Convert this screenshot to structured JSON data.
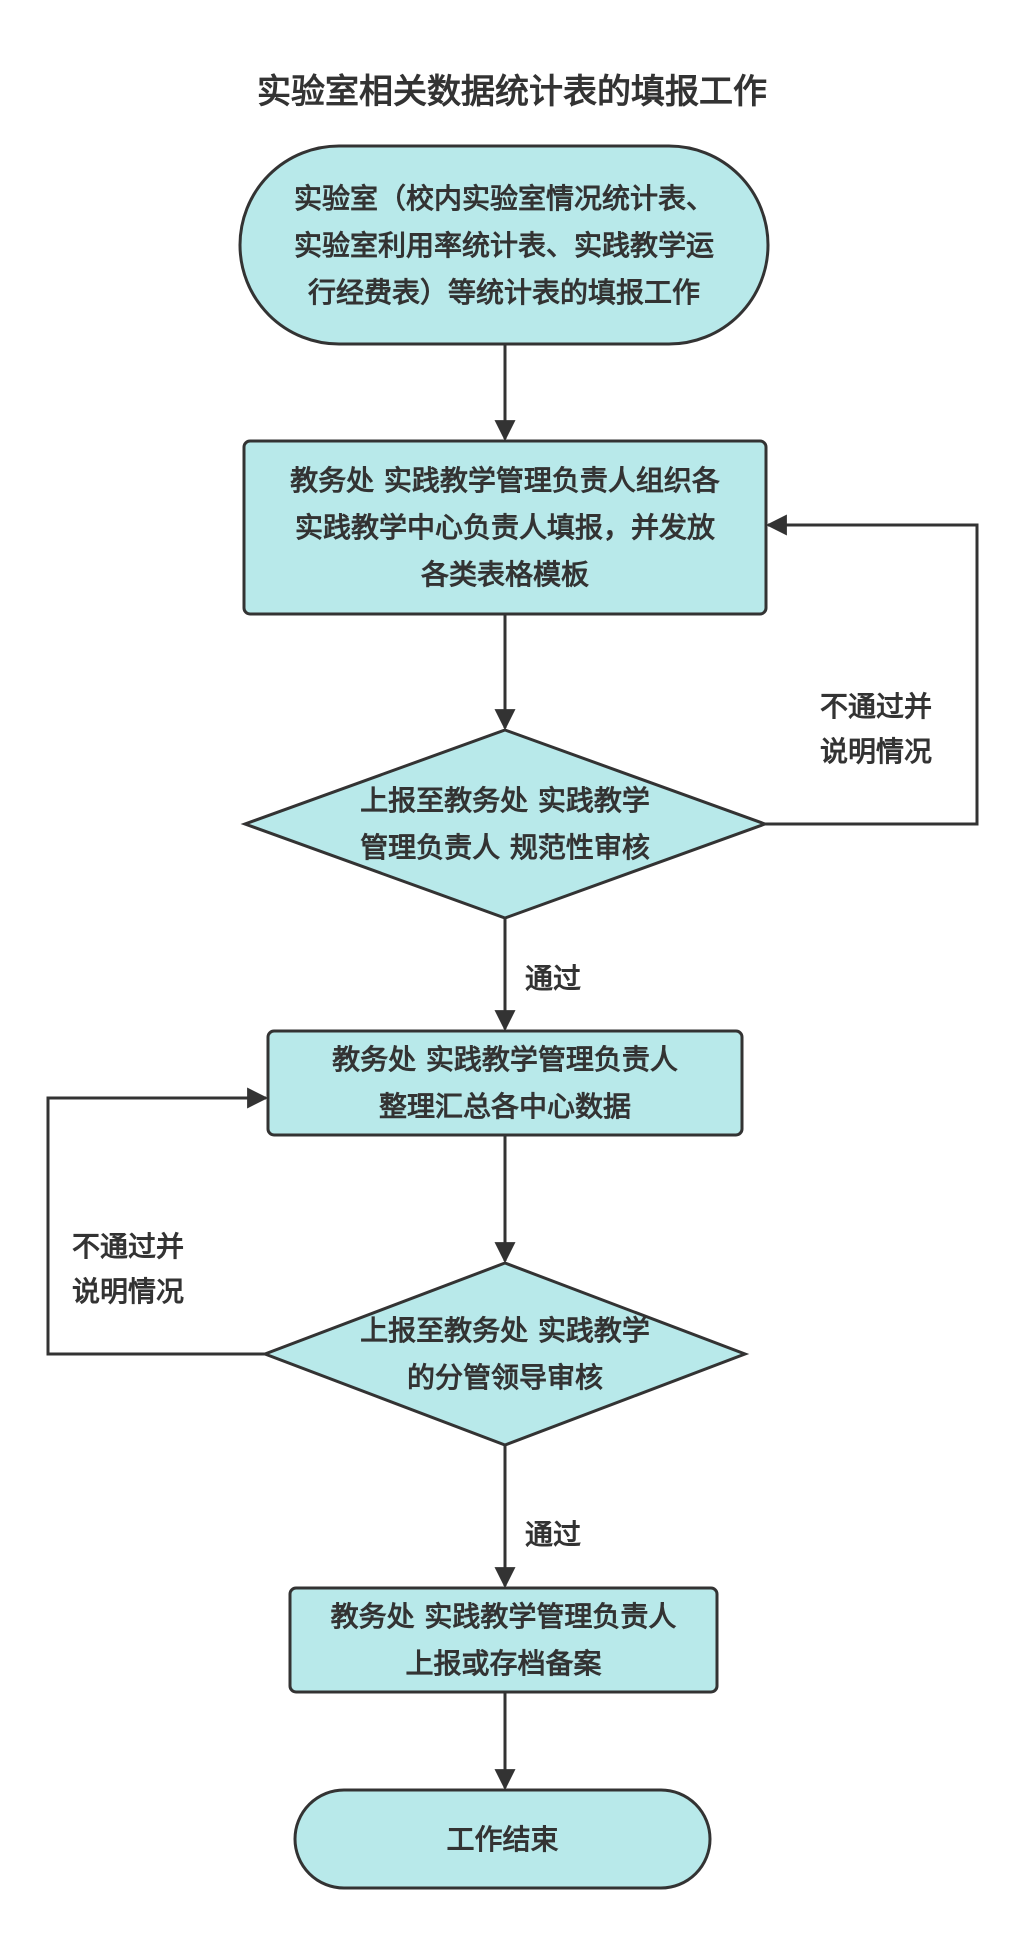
{
  "title": "实验室相关数据统计表的填报工作",
  "colors": {
    "node_fill": "#b8e9ea",
    "node_stroke": "#333333",
    "edge": "#333333",
    "text": "#333333"
  },
  "nodes": {
    "start": {
      "shape": "terminal",
      "lines": [
        "实验室（校内实验室情况统计表、",
        "实验室利用率统计表、实践教学运",
        "行经费表）等统计表的填报工作"
      ]
    },
    "step1": {
      "shape": "process",
      "lines": [
        "教务处 实践教学管理负责人组织各",
        "实践教学中心负责人填报，并发放",
        "各类表格模板"
      ]
    },
    "review1": {
      "shape": "decision",
      "lines": [
        "上报至教务处 实践教学",
        "管理负责人 规范性审核"
      ]
    },
    "step2": {
      "shape": "process",
      "lines": [
        "教务处 实践教学管理负责人",
        "整理汇总各中心数据"
      ]
    },
    "review2": {
      "shape": "decision",
      "lines": [
        "上报至教务处 实践教学",
        "的分管领导审核"
      ]
    },
    "step3": {
      "shape": "process",
      "lines": [
        "教务处 实践教学管理负责人",
        "上报或存档备案"
      ]
    },
    "end": {
      "shape": "terminal",
      "lines": [
        "工作结束"
      ]
    }
  },
  "edge_labels": {
    "reject1": [
      "不通过并",
      "说明情况"
    ],
    "pass1": [
      "通过"
    ],
    "reject2": [
      "不通过并",
      "说明情况"
    ],
    "pass2": [
      "通过"
    ]
  }
}
